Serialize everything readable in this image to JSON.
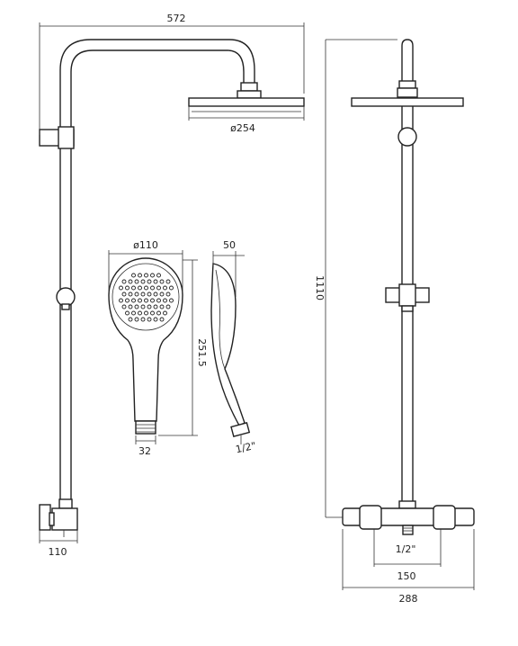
{
  "dimensions": {
    "total_width": "572",
    "head_diameter": "ø254",
    "handset_diameter": "ø110",
    "handset_depth": "50",
    "handset_length": "251.5",
    "handset_connector": "32",
    "hose_thread_left": "1/2\"",
    "total_height": "1110",
    "valve_outlet": "1/2\"",
    "valve_centres": "150",
    "valve_width": "288",
    "wall_depth": "110"
  },
  "colors": {
    "line": "#222222",
    "background": "#ffffff"
  }
}
